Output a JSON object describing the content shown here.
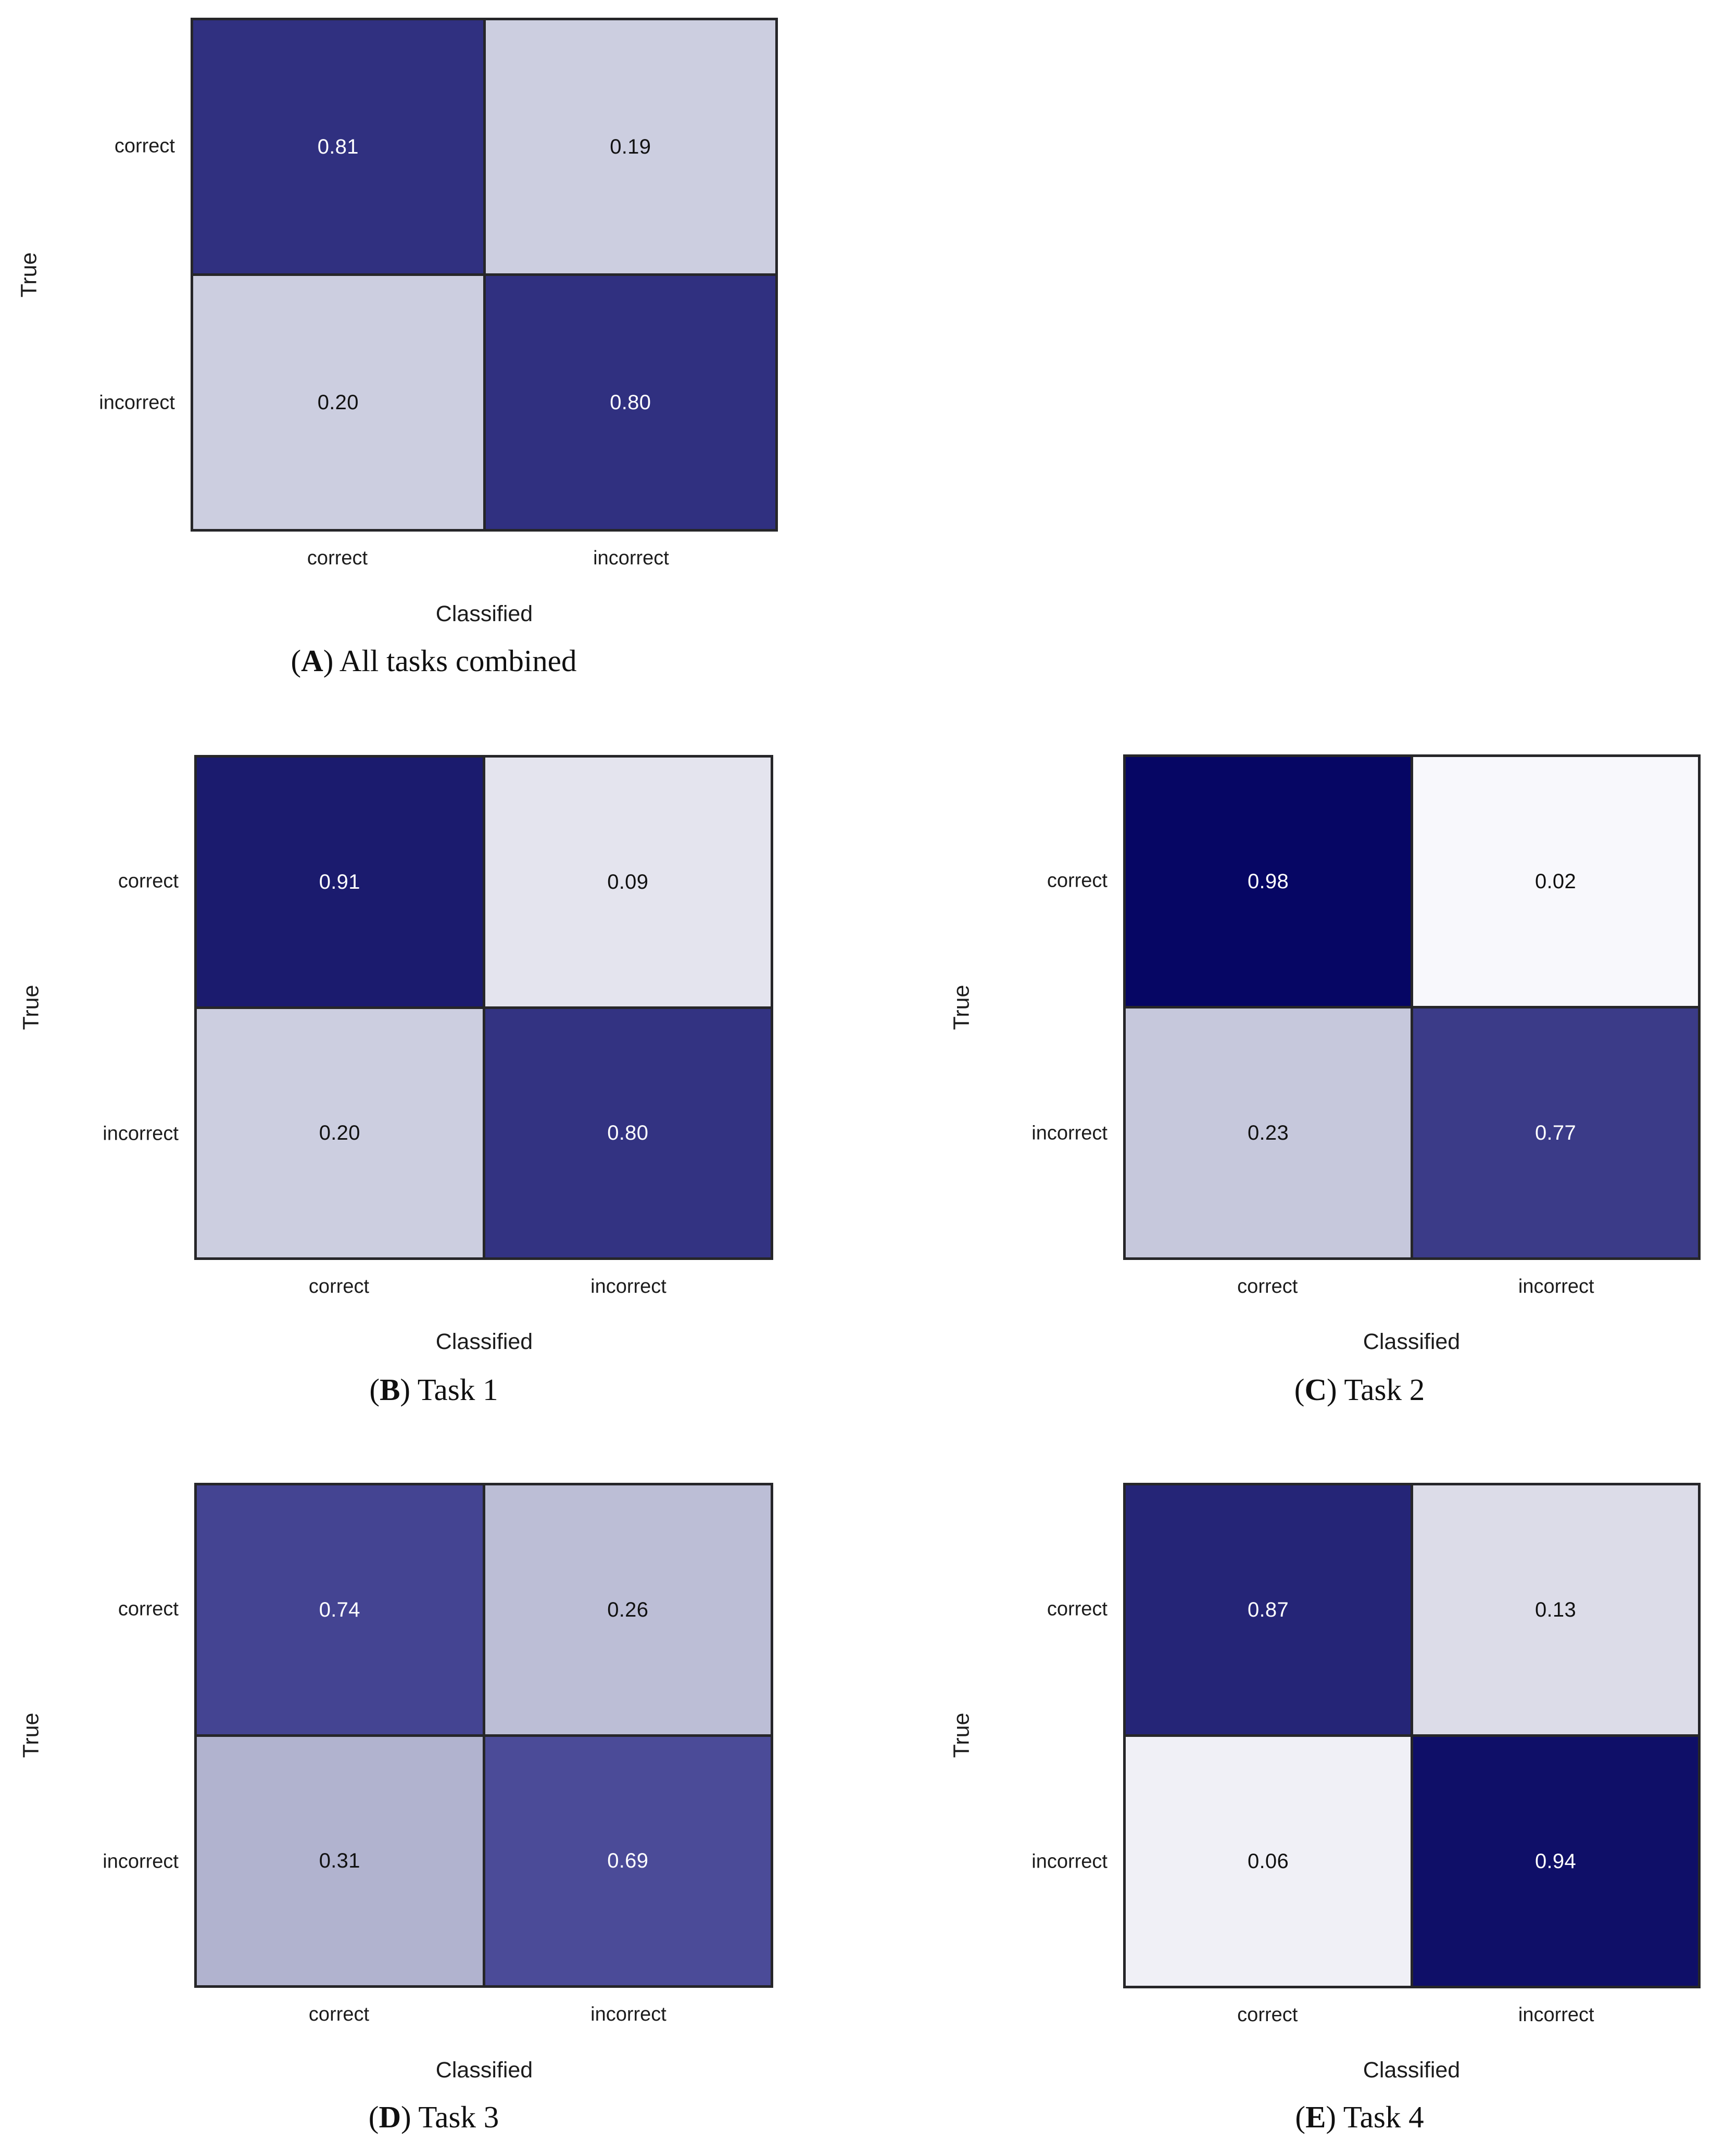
{
  "figure": {
    "background_color": "#ffffff",
    "grid_line_color": "#262629",
    "panel_count": 5
  },
  "common": {
    "ylabel": "True",
    "xlabel": "Classified",
    "row_labels": [
      "correct",
      "incorrect"
    ],
    "col_labels": [
      "correct",
      "incorrect"
    ],
    "value_text_dark": "#ffffff",
    "value_text_light": "#111111"
  },
  "panels": [
    {
      "id": "A",
      "caption_tag_open": "(",
      "caption_letter": "A",
      "caption_tag_close": ")",
      "caption_text": " All tasks combined",
      "cells": [
        {
          "value": "0.81",
          "color": "#303080",
          "text_tone": "dark"
        },
        {
          "value": "0.19",
          "color": "#ccceE0",
          "text_tone": "light"
        },
        {
          "value": "0.20",
          "color": "#ccceE0",
          "text_tone": "light"
        },
        {
          "value": "0.80",
          "color": "#303080",
          "text_tone": "dark"
        }
      ]
    },
    {
      "id": "B",
      "caption_tag_open": "(",
      "caption_letter": "B",
      "caption_tag_close": ")",
      "caption_text": " Task 1",
      "cells": [
        {
          "value": "0.91",
          "color": "#1b1b6e",
          "text_tone": "dark"
        },
        {
          "value": "0.09",
          "color": "#e4e4ee",
          "text_tone": "light"
        },
        {
          "value": "0.20",
          "color": "#ccceE0",
          "text_tone": "light"
        },
        {
          "value": "0.80",
          "color": "#333382",
          "text_tone": "dark"
        }
      ]
    },
    {
      "id": "C",
      "caption_tag_open": "(",
      "caption_letter": "C",
      "caption_tag_close": ")",
      "caption_text": " Task 2",
      "cells": [
        {
          "value": "0.98",
          "color": "#060664",
          "text_tone": "dark"
        },
        {
          "value": "0.02",
          "color": "#f8f8fc",
          "text_tone": "light"
        },
        {
          "value": "0.23",
          "color": "#c6c8dc",
          "text_tone": "light"
        },
        {
          "value": "0.77",
          "color": "#3b3b88",
          "text_tone": "dark"
        }
      ]
    },
    {
      "id": "D",
      "caption_tag_open": "(",
      "caption_letter": "D",
      "caption_tag_close": ")",
      "caption_text": " Task 3",
      "cells": [
        {
          "value": "0.74",
          "color": "#444492",
          "text_tone": "dark"
        },
        {
          "value": "0.26",
          "color": "#bcbed6",
          "text_tone": "light"
        },
        {
          "value": "0.31",
          "color": "#b1b3cf",
          "text_tone": "light"
        },
        {
          "value": "0.69",
          "color": "#4b4b98",
          "text_tone": "dark"
        }
      ]
    },
    {
      "id": "E",
      "caption_tag_open": "(",
      "caption_letter": "E",
      "caption_tag_close": ")",
      "caption_text": " Task 4",
      "cells": [
        {
          "value": "0.87",
          "color": "#252577",
          "text_tone": "dark"
        },
        {
          "value": "0.13",
          "color": "#dcdce8",
          "text_tone": "light"
        },
        {
          "value": "0.06",
          "color": "#f0f0f6",
          "text_tone": "light"
        },
        {
          "value": "0.94",
          "color": "#0f0f68",
          "text_tone": "dark"
        }
      ]
    }
  ],
  "chart_data": {
    "type": "heatmap",
    "title": "",
    "subtitle": "",
    "xlabel": "Classified",
    "ylabel": "True",
    "x_tick_labels": [
      "correct",
      "incorrect"
    ],
    "y_tick_labels": [
      "correct",
      "incorrect"
    ],
    "grid": false,
    "legend": "none",
    "colormap": "Blues (reversed: high value = dark navy)",
    "value_range": [
      0.0,
      1.0
    ],
    "note": "Five 2x2 row-normalized confusion matrices; each row sums to 1.00",
    "matrices": [
      {
        "panel": "A",
        "caption": "(A) All tasks combined",
        "rows": [
          "correct",
          "incorrect"
        ],
        "cols": [
          "correct",
          "incorrect"
        ],
        "values": [
          [
            0.81,
            0.19
          ],
          [
            0.2,
            0.8
          ]
        ]
      },
      {
        "panel": "B",
        "caption": "(B) Task 1",
        "rows": [
          "correct",
          "incorrect"
        ],
        "cols": [
          "correct",
          "incorrect"
        ],
        "values": [
          [
            0.91,
            0.09
          ],
          [
            0.2,
            0.8
          ]
        ]
      },
      {
        "panel": "C",
        "caption": "(C) Task 2",
        "rows": [
          "correct",
          "incorrect"
        ],
        "cols": [
          "correct",
          "incorrect"
        ],
        "values": [
          [
            0.98,
            0.02
          ],
          [
            0.23,
            0.77
          ]
        ]
      },
      {
        "panel": "D",
        "caption": "(D) Task 3",
        "rows": [
          "correct",
          "incorrect"
        ],
        "cols": [
          "correct",
          "incorrect"
        ],
        "values": [
          [
            0.74,
            0.26
          ],
          [
            0.31,
            0.69
          ]
        ]
      },
      {
        "panel": "E",
        "caption": "(E) Task 4",
        "rows": [
          "correct",
          "incorrect"
        ],
        "cols": [
          "correct",
          "incorrect"
        ],
        "values": [
          [
            0.87,
            0.13
          ],
          [
            0.06,
            0.94
          ]
        ]
      }
    ]
  }
}
